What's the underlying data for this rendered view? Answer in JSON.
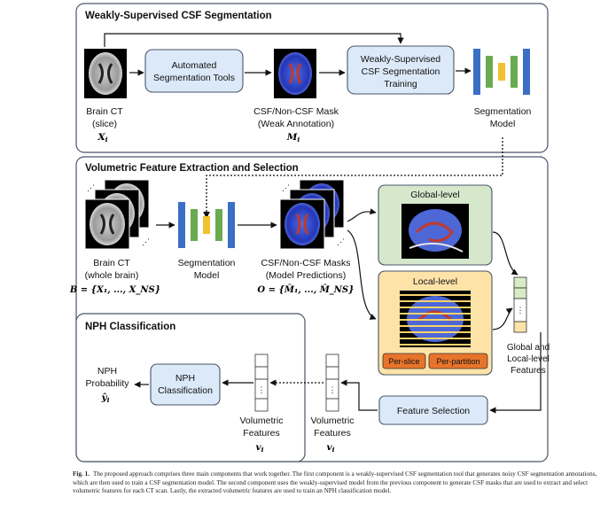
{
  "panels": {
    "weak": {
      "title": "Weakly-Supervised CSF Segmentation"
    },
    "volumetric": {
      "title": "Volumetric Feature Extraction and Selection"
    },
    "nph": {
      "title": "NPH Classification"
    }
  },
  "weak": {
    "brain_ct": {
      "line1": "Brain CT",
      "line2": "(slice)",
      "math": "X",
      "sub": "i"
    },
    "auto_tools": {
      "line1": "Automated",
      "line2": "Segmentation Tools"
    },
    "mask": {
      "line1": "CSF/Non-CSF Mask",
      "line2": "(Weak Annotation)",
      "math": "M",
      "sub": "i"
    },
    "training": {
      "line1": "Weakly-Supervised",
      "line2": "CSF Segmentation",
      "line3": "Training"
    },
    "seg_model": {
      "line1": "Segmentation",
      "line2": "Model"
    }
  },
  "volumetric": {
    "brain_ct": {
      "line1": "Brain CT",
      "line2": "(whole brain)",
      "formula": "B = {X₁, ..., X_NS}"
    },
    "seg_model": {
      "line1": "Segmentation",
      "line2": "Model"
    },
    "masks": {
      "line1": "CSF/Non-CSF Masks",
      "line2": "(Model Predictions)",
      "formula": "O = {M̂₁, ..., M̂_NS}"
    },
    "global": {
      "title": "Global-level"
    },
    "local": {
      "title": "Local-level",
      "per_slice": "Per-slice",
      "per_partition": "Per-partition"
    },
    "features_label": {
      "line1": "Global and",
      "line2": "Local-level",
      "line3": "Features"
    },
    "feature_selection": "Feature Selection",
    "vol_features": {
      "line1": "Volumetric",
      "line2": "Features",
      "math": "v",
      "sub": "i"
    }
  },
  "nph": {
    "classification": {
      "line1": "NPH",
      "line2": "Classification"
    },
    "probability": {
      "line1": "NPH",
      "line2": "Probability",
      "math": "ŷ",
      "sub": "i"
    },
    "vol_features": {
      "line1": "Volumetric",
      "line2": "Features",
      "math": "v",
      "sub": "i"
    }
  },
  "caption": {
    "label": "Fig. 1.",
    "text": "The proposed approach comprises three main components that work together. The first component is a weakly-supervised CSF segmentation tool that generates noisy CSF segmentation annotations, which are then used to train a CSF segmentation model. The second component uses the weakly-supervised model from the previous component to generate CSF masks that are used to extract and select volumetric features for each CT scan. Lastly, the extracted volumetric features are used to train an NPH classification model."
  },
  "colors": {
    "process_box": "#dbe9f8",
    "global_box": "#d5e8cc",
    "local_box": "#fde3a7",
    "local_btn": "#e8742b",
    "enc_green": "#6aaa50",
    "enc_blue": "#3b6fc4",
    "enc_yellow": "#f2c12e",
    "feat_green": "#d7ecc4"
  }
}
